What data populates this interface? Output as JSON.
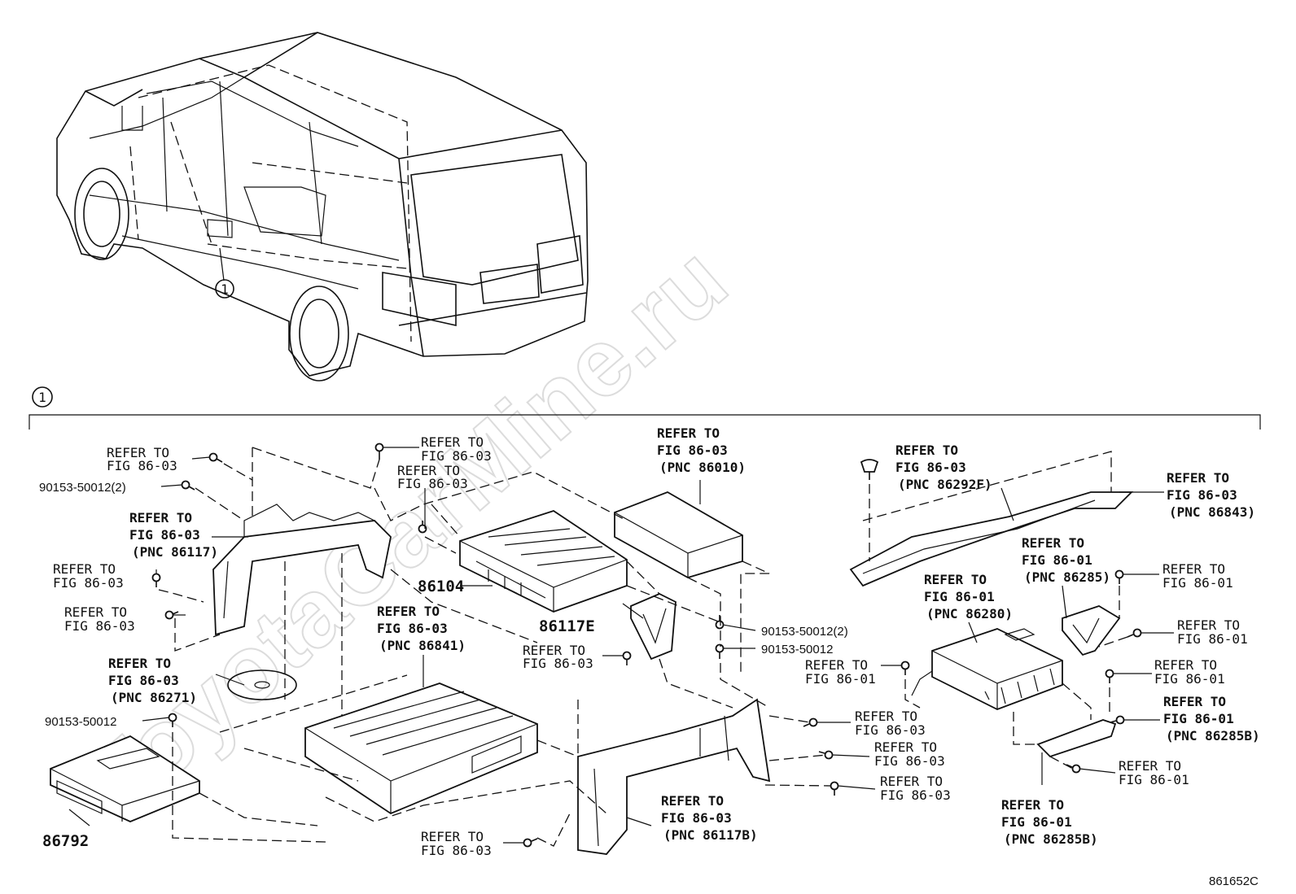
{
  "diagram": {
    "figure_code": "861652C",
    "watermark": "ToyotaCarMine.ru",
    "callout_number": "1",
    "refer_labels": [
      {
        "id": "r1",
        "lines": [
          "REFER TO",
          "FIG 86-03"
        ]
      },
      {
        "id": "r2",
        "lines": [
          "REFER TO",
          "FIG 86-03"
        ]
      },
      {
        "id": "r3",
        "lines": [
          "REFER TO",
          "FIG 86-03"
        ]
      },
      {
        "id": "r4",
        "lines": [
          "REFER TO",
          "FIG 86-03",
          "(PNC 86010)"
        ]
      },
      {
        "id": "r5",
        "lines": [
          "REFER TO",
          "FIG 86-03",
          "(PNC 86292F)"
        ]
      },
      {
        "id": "r6",
        "lines": [
          "REFER TO",
          "FIG 86-03",
          "(PNC 86843)"
        ]
      },
      {
        "id": "r7",
        "lines": [
          "REFER TO",
          "FIG 86-03",
          "(PNC 86117)"
        ]
      },
      {
        "id": "r8",
        "lines": [
          "REFER TO",
          "FIG 86-03"
        ]
      },
      {
        "id": "r9",
        "lines": [
          "REFER TO",
          "FIG 86-03"
        ]
      },
      {
        "id": "r10",
        "lines": [
          "REFER TO",
          "FIG 86-03",
          "(PNC 86841)"
        ]
      },
      {
        "id": "r11",
        "lines": [
          "REFER TO",
          "FIG 86-03"
        ]
      },
      {
        "id": "r12",
        "lines": [
          "REFER TO",
          "FIG 86-01",
          "(PNC 86285)"
        ]
      },
      {
        "id": "r13",
        "lines": [
          "REFER TO",
          "FIG 86-01"
        ]
      },
      {
        "id": "r14",
        "lines": [
          "REFER TO",
          "FIG 86-01",
          "(PNC 86280)"
        ]
      },
      {
        "id": "r15",
        "lines": [
          "REFER TO",
          "FIG 86-01"
        ]
      },
      {
        "id": "r16",
        "lines": [
          "REFER TO",
          "FIG 86-03",
          "(PNC 86271)"
        ]
      },
      {
        "id": "r17",
        "lines": [
          "REFER TO",
          "FIG 86-01"
        ]
      },
      {
        "id": "r18",
        "lines": [
          "REFER TO",
          "FIG 86-01"
        ]
      },
      {
        "id": "r19",
        "lines": [
          "REFER TO",
          "FIG 86-03"
        ]
      },
      {
        "id": "r20",
        "lines": [
          "REFER TO",
          "FIG 86-03"
        ]
      },
      {
        "id": "r21",
        "lines": [
          "REFER TO",
          "FIG 86-03"
        ]
      },
      {
        "id": "r22",
        "lines": [
          "REFER TO",
          "FIG 86-01",
          "(PNC 86285B)"
        ]
      },
      {
        "id": "r23",
        "lines": [
          "REFER TO",
          "FIG 86-01"
        ]
      },
      {
        "id": "r24",
        "lines": [
          "REFER TO",
          "FIG 86-03",
          "(PNC 86117B)"
        ]
      },
      {
        "id": "r25",
        "lines": [
          "REFER TO",
          "FIG 86-03"
        ]
      },
      {
        "id": "r26",
        "lines": [
          "REFER TO",
          "FIG 86-01",
          "(PNC 86285B)"
        ]
      }
    ],
    "part_labels": [
      {
        "id": "p1",
        "text": "90153-50012(2)"
      },
      {
        "id": "p2",
        "text": "86104"
      },
      {
        "id": "p3",
        "text": "86117E"
      },
      {
        "id": "p4",
        "text": "90153-50012(2)"
      },
      {
        "id": "p5",
        "text": "90153-50012"
      },
      {
        "id": "p6",
        "text": "90153-50012"
      },
      {
        "id": "p7",
        "text": "86792"
      }
    ]
  }
}
